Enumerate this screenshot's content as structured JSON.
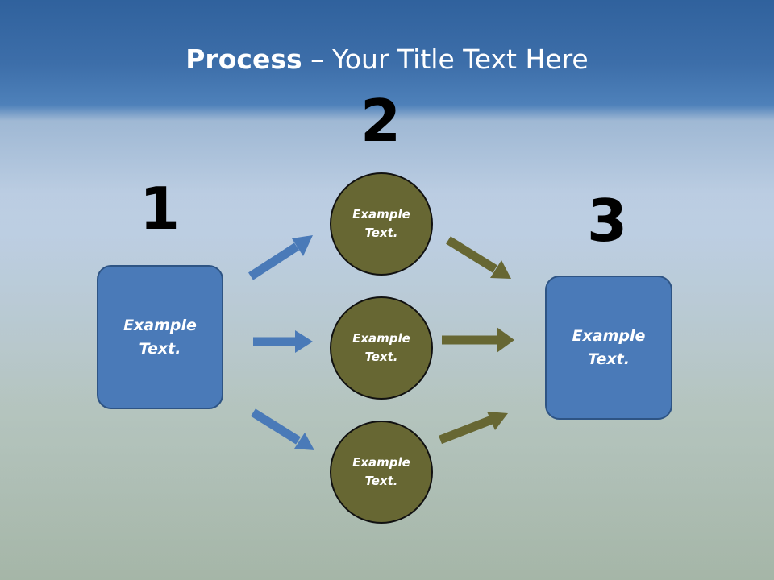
{
  "slide": {
    "title_bold": "Process",
    "title_rest": " – Your Title Text Here"
  },
  "steps": {
    "one": "1",
    "two": "2",
    "three": "3"
  },
  "left_box": {
    "text": "Example Text."
  },
  "right_box": {
    "text": "Example Text."
  },
  "circles": [
    {
      "text": "Example Text."
    },
    {
      "text": "Example Text."
    },
    {
      "text": "Example Text."
    }
  ],
  "colors": {
    "header": "#3a6ca8",
    "box_fill": "#4a7ab8",
    "circle_fill": "#676733",
    "blue_arrow": "#4a7ab8",
    "olive_arrow": "#676733"
  }
}
